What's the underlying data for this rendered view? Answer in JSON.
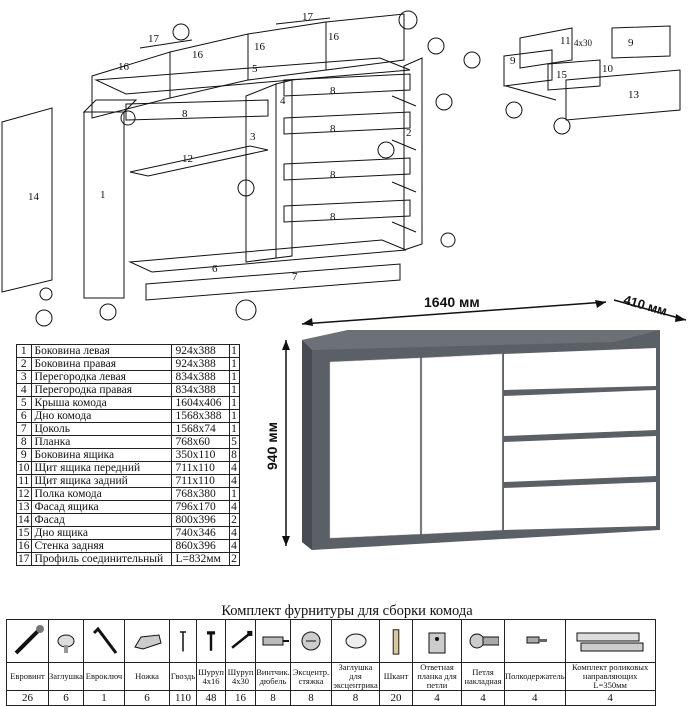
{
  "diagram": {
    "part_labels": [
      "1",
      "2",
      "3",
      "4",
      "5",
      "6",
      "7",
      "8",
      "9",
      "10",
      "11",
      "12",
      "13",
      "14",
      "15",
      "16",
      "17"
    ],
    "hardware_label": "4x30"
  },
  "dimensions": {
    "width": "1640 мм",
    "depth": "410 мм",
    "height": "940 мм"
  },
  "parts": [
    {
      "num": "1",
      "name": "Боковина левая",
      "size": "924x388",
      "qty": "1"
    },
    {
      "num": "2",
      "name": "Боковина правая",
      "size": "924x388",
      "qty": "1"
    },
    {
      "num": "3",
      "name": "Перегородка левая",
      "size": "834x388",
      "qty": "1"
    },
    {
      "num": "4",
      "name": "Перегородка правая",
      "size": "834x388",
      "qty": "1"
    },
    {
      "num": "5",
      "name": "Крыша комода",
      "size": "1604x406",
      "qty": "1"
    },
    {
      "num": "6",
      "name": "Дно комода",
      "size": "1568x388",
      "qty": "1"
    },
    {
      "num": "7",
      "name": "Цоколь",
      "size": "1568x74",
      "qty": "1"
    },
    {
      "num": "8",
      "name": "Планка",
      "size": "768x60",
      "qty": "5"
    },
    {
      "num": "9",
      "name": "Боковина ящика",
      "size": "350x110",
      "qty": "8"
    },
    {
      "num": "10",
      "name": "Щит ящика передний",
      "size": "711x110",
      "qty": "4"
    },
    {
      "num": "11",
      "name": "Щит ящика задний",
      "size": "711x110",
      "qty": "4"
    },
    {
      "num": "12",
      "name": "Полка комода",
      "size": "768x380",
      "qty": "1"
    },
    {
      "num": "13",
      "name": "Фасад ящика",
      "size": "796x170",
      "qty": "4"
    },
    {
      "num": "14",
      "name": "Фасад",
      "size": "800x396",
      "qty": "2"
    },
    {
      "num": "15",
      "name": "Дно ящика",
      "size": "740x346",
      "qty": "4"
    },
    {
      "num": "16",
      "name": "Стенка задняя",
      "size": "860x396",
      "qty": "4"
    },
    {
      "num": "17",
      "name": "Профиль соединительный",
      "size": "L=832мм",
      "qty": "2"
    }
  ],
  "hardware": {
    "title": "Комплект фурнитуры для сборки комода",
    "items": [
      {
        "icon": "euroscrew-icon",
        "name": "Евровинт",
        "qty": "26"
      },
      {
        "icon": "cap-icon",
        "name": "Заглушка",
        "qty": "6"
      },
      {
        "icon": "hex-key-icon",
        "name": "Евроключ",
        "qty": "1"
      },
      {
        "icon": "foot-icon",
        "name": "Ножка",
        "qty": "6"
      },
      {
        "icon": "nail-icon",
        "name": "Гвоздь",
        "qty": "110"
      },
      {
        "icon": "screw-4x16-icon",
        "name": "Шуруп 4x16",
        "qty": "48"
      },
      {
        "icon": "screw-4x30-icon",
        "name": "Шуруп 4x30",
        "qty": "16"
      },
      {
        "icon": "screw-dowel-icon",
        "name": "Винтчик. дюбель",
        "qty": "8"
      },
      {
        "icon": "cam-lock-icon",
        "name": "Эксцентр. стяжка",
        "qty": "8"
      },
      {
        "icon": "cam-cap-icon",
        "name": "Заглушка для эксцентрика",
        "qty": "8"
      },
      {
        "icon": "dowel-icon",
        "name": "Шкант",
        "qty": "20"
      },
      {
        "icon": "mounting-plate-icon",
        "name": "Ответная планка для петли",
        "qty": "4"
      },
      {
        "icon": "hinge-icon",
        "name": "Петля накладная",
        "qty": "4"
      },
      {
        "icon": "shelf-support-icon",
        "name": "Полкодержатель",
        "qty": "4"
      },
      {
        "icon": "drawer-slide-icon",
        "name": "Комплект роликовых направляющих L=350мм",
        "qty": "4"
      }
    ]
  }
}
